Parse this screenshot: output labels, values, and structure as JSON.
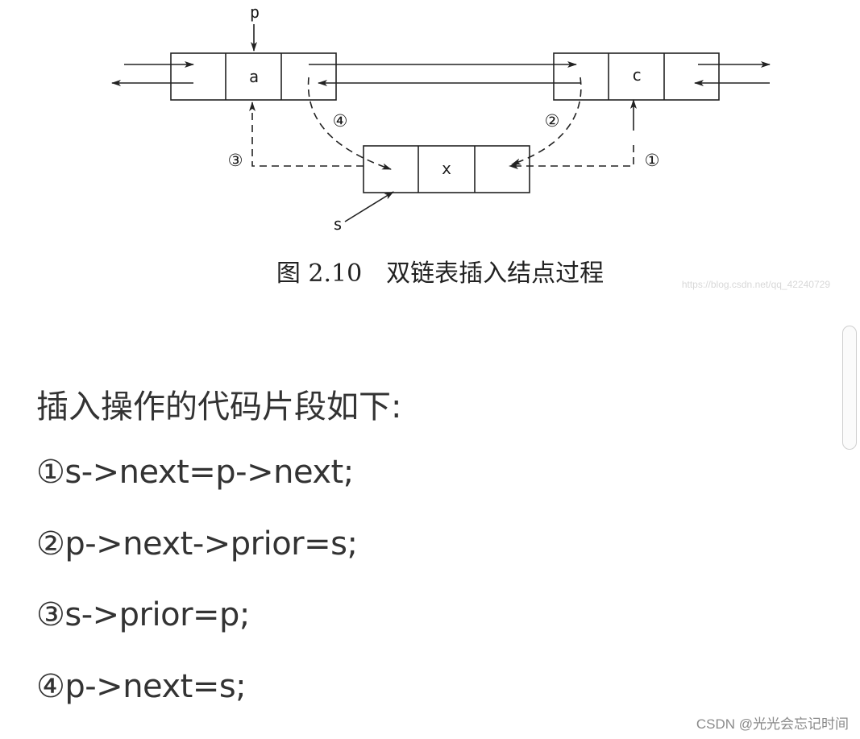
{
  "figure": {
    "nodes": [
      {
        "id": "a",
        "label": "a"
      },
      {
        "id": "c",
        "label": "c"
      },
      {
        "id": "x",
        "label": "x"
      }
    ],
    "pointers": {
      "p": "p",
      "s": "s"
    },
    "steps": [
      "①",
      "②",
      "③",
      "④"
    ],
    "caption": "图 2.10　双链表插入结点过程",
    "watermark": "https://blog.csdn.net/qq_42240729"
  },
  "code": {
    "heading": "插入操作的代码片段如下:",
    "lines": [
      "①s->next=p->next;",
      "②p->next->prior=s;",
      "③s->prior=p;",
      "④p->next=s;"
    ]
  },
  "footer": {
    "watermark": "CSDN @光光会忘记时间"
  }
}
